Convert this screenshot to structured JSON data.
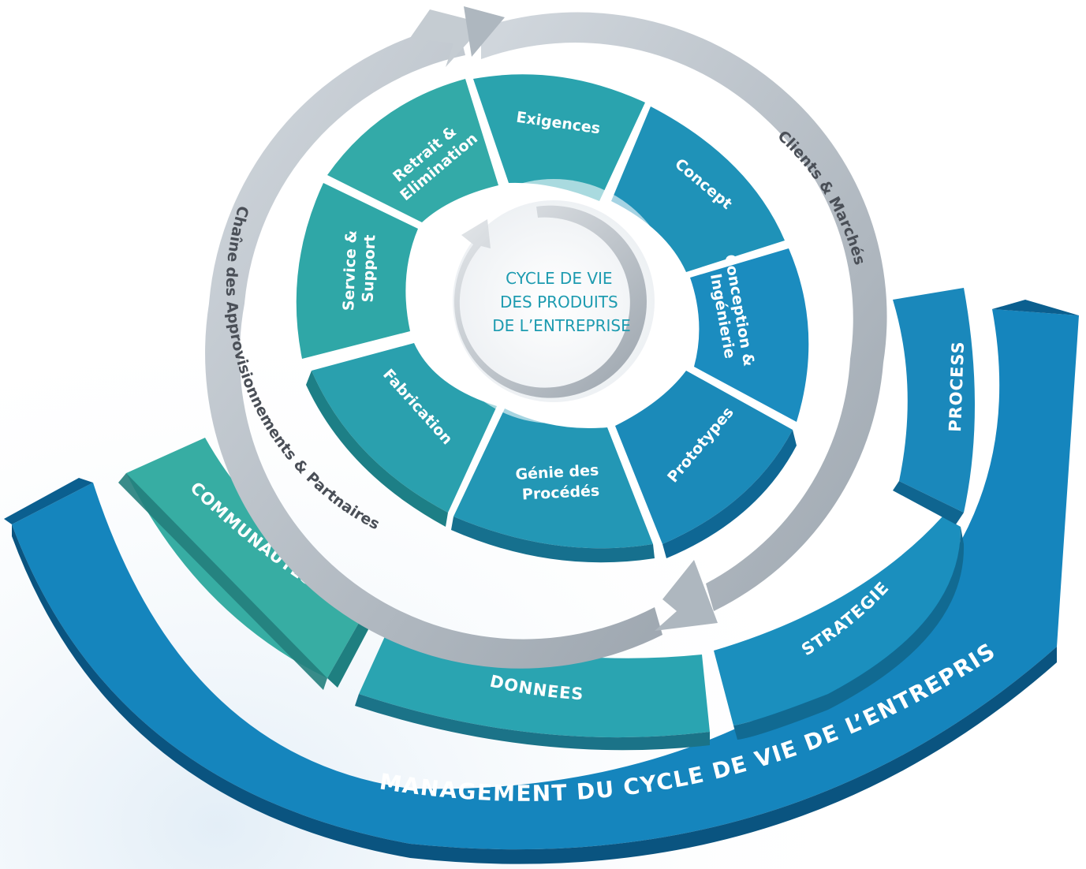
{
  "center": {
    "line1": "CYCLE DE VIE",
    "line2": "DES PRODUITS",
    "line3": "DE L’ENTREPRISE"
  },
  "segments": [
    {
      "id": "exigences",
      "lines": [
        "Exigences"
      ]
    },
    {
      "id": "concept",
      "lines": [
        "Concept"
      ]
    },
    {
      "id": "conception",
      "lines": [
        "Conception &",
        "Ingénierie"
      ]
    },
    {
      "id": "prototypes",
      "lines": [
        "Prototypes"
      ]
    },
    {
      "id": "genie",
      "lines": [
        "Génie des",
        "Procédés"
      ]
    },
    {
      "id": "fabrication",
      "lines": [
        "Fabrication"
      ]
    },
    {
      "id": "service",
      "lines": [
        "Service &",
        "Support"
      ]
    },
    {
      "id": "retrait",
      "lines": [
        "Retrait &",
        "Elimination"
      ]
    }
  ],
  "ring": {
    "right_label": "Clients & Marchés",
    "left_label": "Chaîne des Approvisionnements & Partnaires"
  },
  "outer_blocks": {
    "communautes": "COMMUNAUTES",
    "donnees": "DONNEES",
    "strategie": "STRATEGIE",
    "process": "PROCESS"
  },
  "management_label": "MANAGEMENT DU CYCLE DE VIE DE L’ENTREPRISE",
  "colors": {
    "teal_light": "#3aafa6",
    "teal": "#2a9eae",
    "blue": "#1b89bd",
    "blue_dark": "#0f6aa0",
    "ring_grey": "#b9c1c8",
    "center_text": "#1d9bb0"
  }
}
